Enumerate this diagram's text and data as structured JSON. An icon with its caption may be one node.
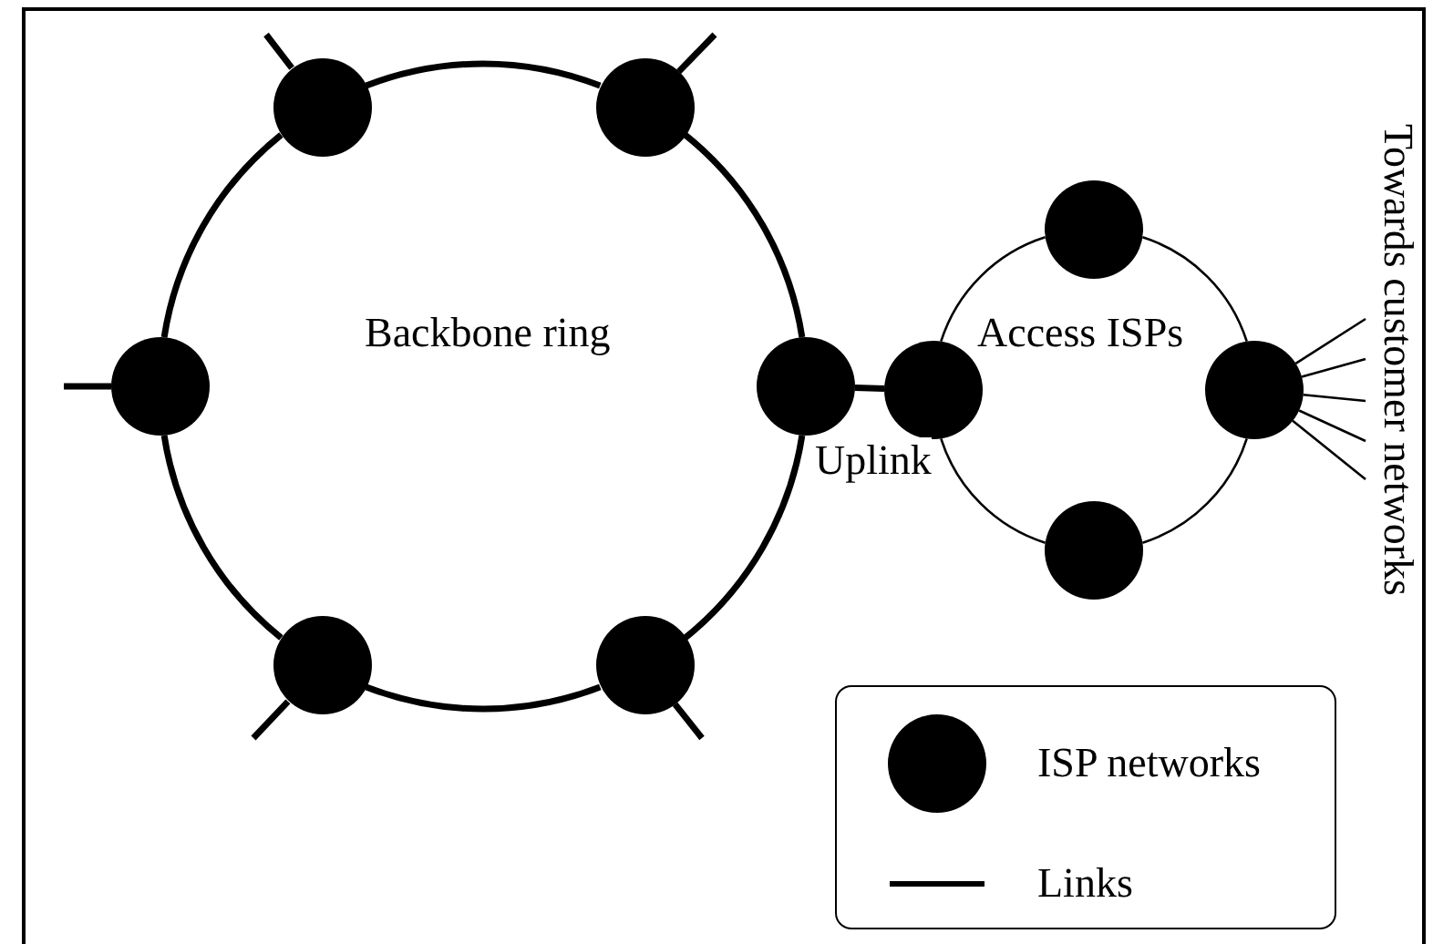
{
  "diagram": {
    "nodes": [
      {
        "text": [],
        "shape": "circle"
      },
      {
        "text": [],
        "shape": "circle"
      },
      {
        "text": [],
        "shape": "circle"
      },
      {
        "text": [],
        "shape": "circle"
      },
      {
        "text": [],
        "shape": "circle"
      },
      {
        "text": [],
        "shape": "circle"
      },
      {
        "text": [],
        "shape": "circle"
      },
      {
        "text": [],
        "shape": "circle"
      },
      {
        "text": [],
        "shape": "circle"
      },
      {
        "text": [],
        "shape": "circle"
      }
    ],
    "edges": [
      {
        "from": 0,
        "to": 1,
        "arrow": "none"
      },
      {
        "from": 1,
        "to": 3,
        "arrow": "none"
      },
      {
        "from": 3,
        "to": 5,
        "arrow": "none"
      },
      {
        "from": 5,
        "to": 4,
        "arrow": "none"
      },
      {
        "from": 4,
        "to": 2,
        "arrow": "none"
      },
      {
        "from": 2,
        "to": 0,
        "arrow": "none"
      },
      {
        "from": 3,
        "to": 7,
        "arrow": "none",
        "label": "Uplink"
      },
      {
        "from": 6,
        "to": 8,
        "arrow": "none"
      },
      {
        "from": 8,
        "to": 9,
        "arrow": "none"
      },
      {
        "from": 9,
        "to": 7,
        "arrow": "none"
      },
      {
        "from": 7,
        "to": 6,
        "arrow": "none"
      },
      {
        "from": 0,
        "to": null,
        "arrow": "none"
      },
      {
        "from": 1,
        "to": null,
        "arrow": "none"
      },
      {
        "from": 2,
        "to": null,
        "arrow": "none"
      },
      {
        "from": 4,
        "to": null,
        "arrow": "none"
      },
      {
        "from": 5,
        "to": null,
        "arrow": "none"
      },
      {
        "from": 8,
        "to": null,
        "arrow": "none"
      },
      {
        "from": 8,
        "to": null,
        "arrow": "none"
      },
      {
        "from": 8,
        "to": null,
        "arrow": "none"
      },
      {
        "from": 8,
        "to": null,
        "arrow": "none"
      },
      {
        "from": 8,
        "to": null,
        "arrow": "none"
      }
    ],
    "labels": [
      "Backbone ring",
      "Access ISPs",
      "Towards customer networks"
    ],
    "legend": [
      {
        "text": "ISP networks"
      },
      {
        "text": "Links"
      }
    ]
  }
}
